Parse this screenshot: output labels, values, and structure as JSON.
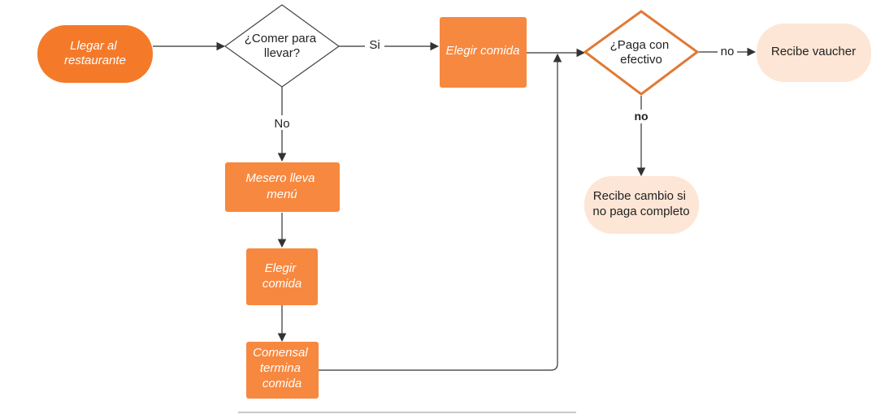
{
  "colors": {
    "primary_fill": "#f7883f",
    "start_fill": "#f47a2a",
    "outline_accent": "#e07a35",
    "light_fill": "#fde6d6",
    "line": "#333333",
    "white_text": "#ffffff",
    "dark_text": "#222222"
  },
  "nodes": {
    "start": [
      "Llegar al",
      "restaurante"
    ],
    "takeaway": [
      "¿Comer para",
      "llevar?"
    ],
    "choose_food_top": [
      "Elegir comida"
    ],
    "waiter_menu": [
      "Mesero lleva",
      "menú"
    ],
    "choose_food_left": [
      "Elegir",
      "comida"
    ],
    "diner_finishes": [
      "Comensal",
      "termina",
      "comida"
    ],
    "pay_cash": [
      "¿Paga con",
      "efectivo"
    ],
    "voucher": [
      "Recibe vaucher"
    ],
    "change": [
      "Recibe cambio si",
      "no paga completo"
    ]
  },
  "edges": {
    "si": "Si",
    "no_takeaway": "No",
    "no_right": "no",
    "no_down": "no"
  }
}
